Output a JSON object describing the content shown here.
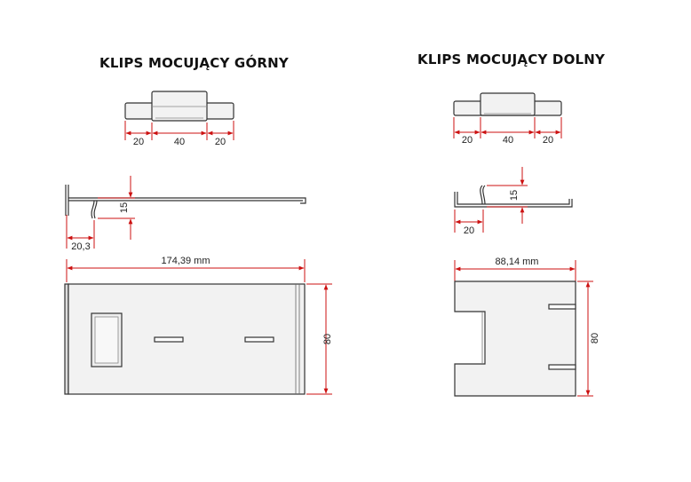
{
  "titles": {
    "top_clip": "KLIPS MOCUJĄCY GÓRNY",
    "bottom_clip": "KLIPS MOCUJĄCY DOLNY"
  },
  "top_clip": {
    "width_dims": [
      "20",
      "40",
      "20"
    ],
    "height_dim": "15",
    "offset_dim": "20,3",
    "length_dim": "174,39 mm",
    "depth_dim": "80"
  },
  "bottom_clip": {
    "width_dims": [
      "20",
      "40",
      "20"
    ],
    "height_dim": "15",
    "offset_dim": "20",
    "length_dim": "88,14 mm",
    "depth_dim": "80"
  },
  "colors": {
    "dimension_line": "#cc1111",
    "outline": "#333333",
    "fill": "#f2f2f2"
  }
}
